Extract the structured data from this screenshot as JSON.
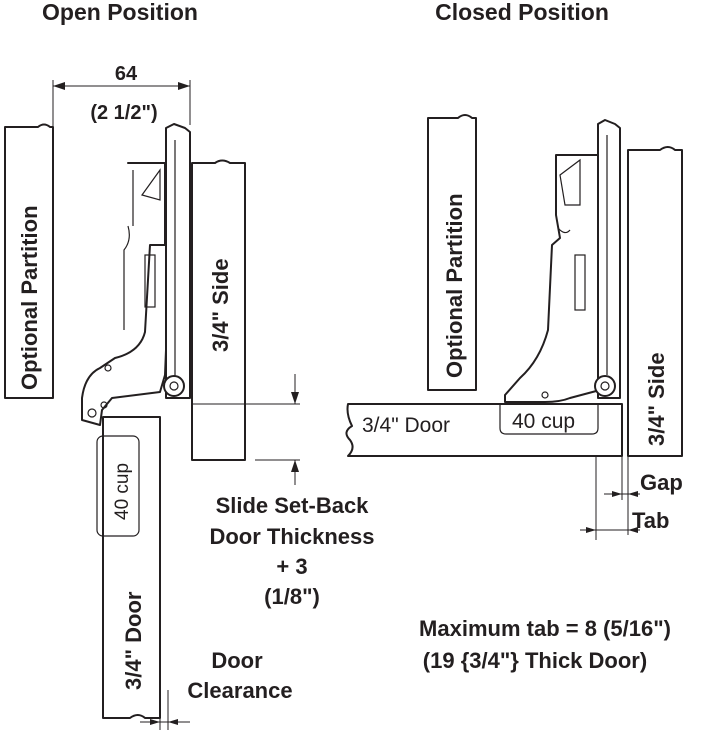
{
  "headings": {
    "open": "Open Position",
    "closed": "Closed Position"
  },
  "open_view": {
    "width_mm": "64",
    "width_in": "(2 1/2\")",
    "partition_label": "Optional Partition",
    "side_label": "3/4\" Side",
    "cup_label": "40 cup",
    "door_label": "3/4\" Door",
    "setback_line1": "Slide Set-Back",
    "setback_line2": "Door Thickness",
    "setback_line3": "+ 3",
    "setback_line4": "(1/8\")",
    "clearance_line1": "Door",
    "clearance_line2": "Clearance"
  },
  "closed_view": {
    "partition_label": "Optional Partition",
    "side_label": "3/4\" Side",
    "door_label": "3/4\" Door",
    "cup_label": "40 cup",
    "gap_label": "Gap",
    "tab_label": "Tab"
  },
  "notes": {
    "max_tab_line1": "Maximum tab = 8 (5/16\")",
    "max_tab_line2": "(19 {3/4\"} Thick Door)"
  },
  "colors": {
    "ink": "#231f20",
    "background": "#ffffff"
  }
}
